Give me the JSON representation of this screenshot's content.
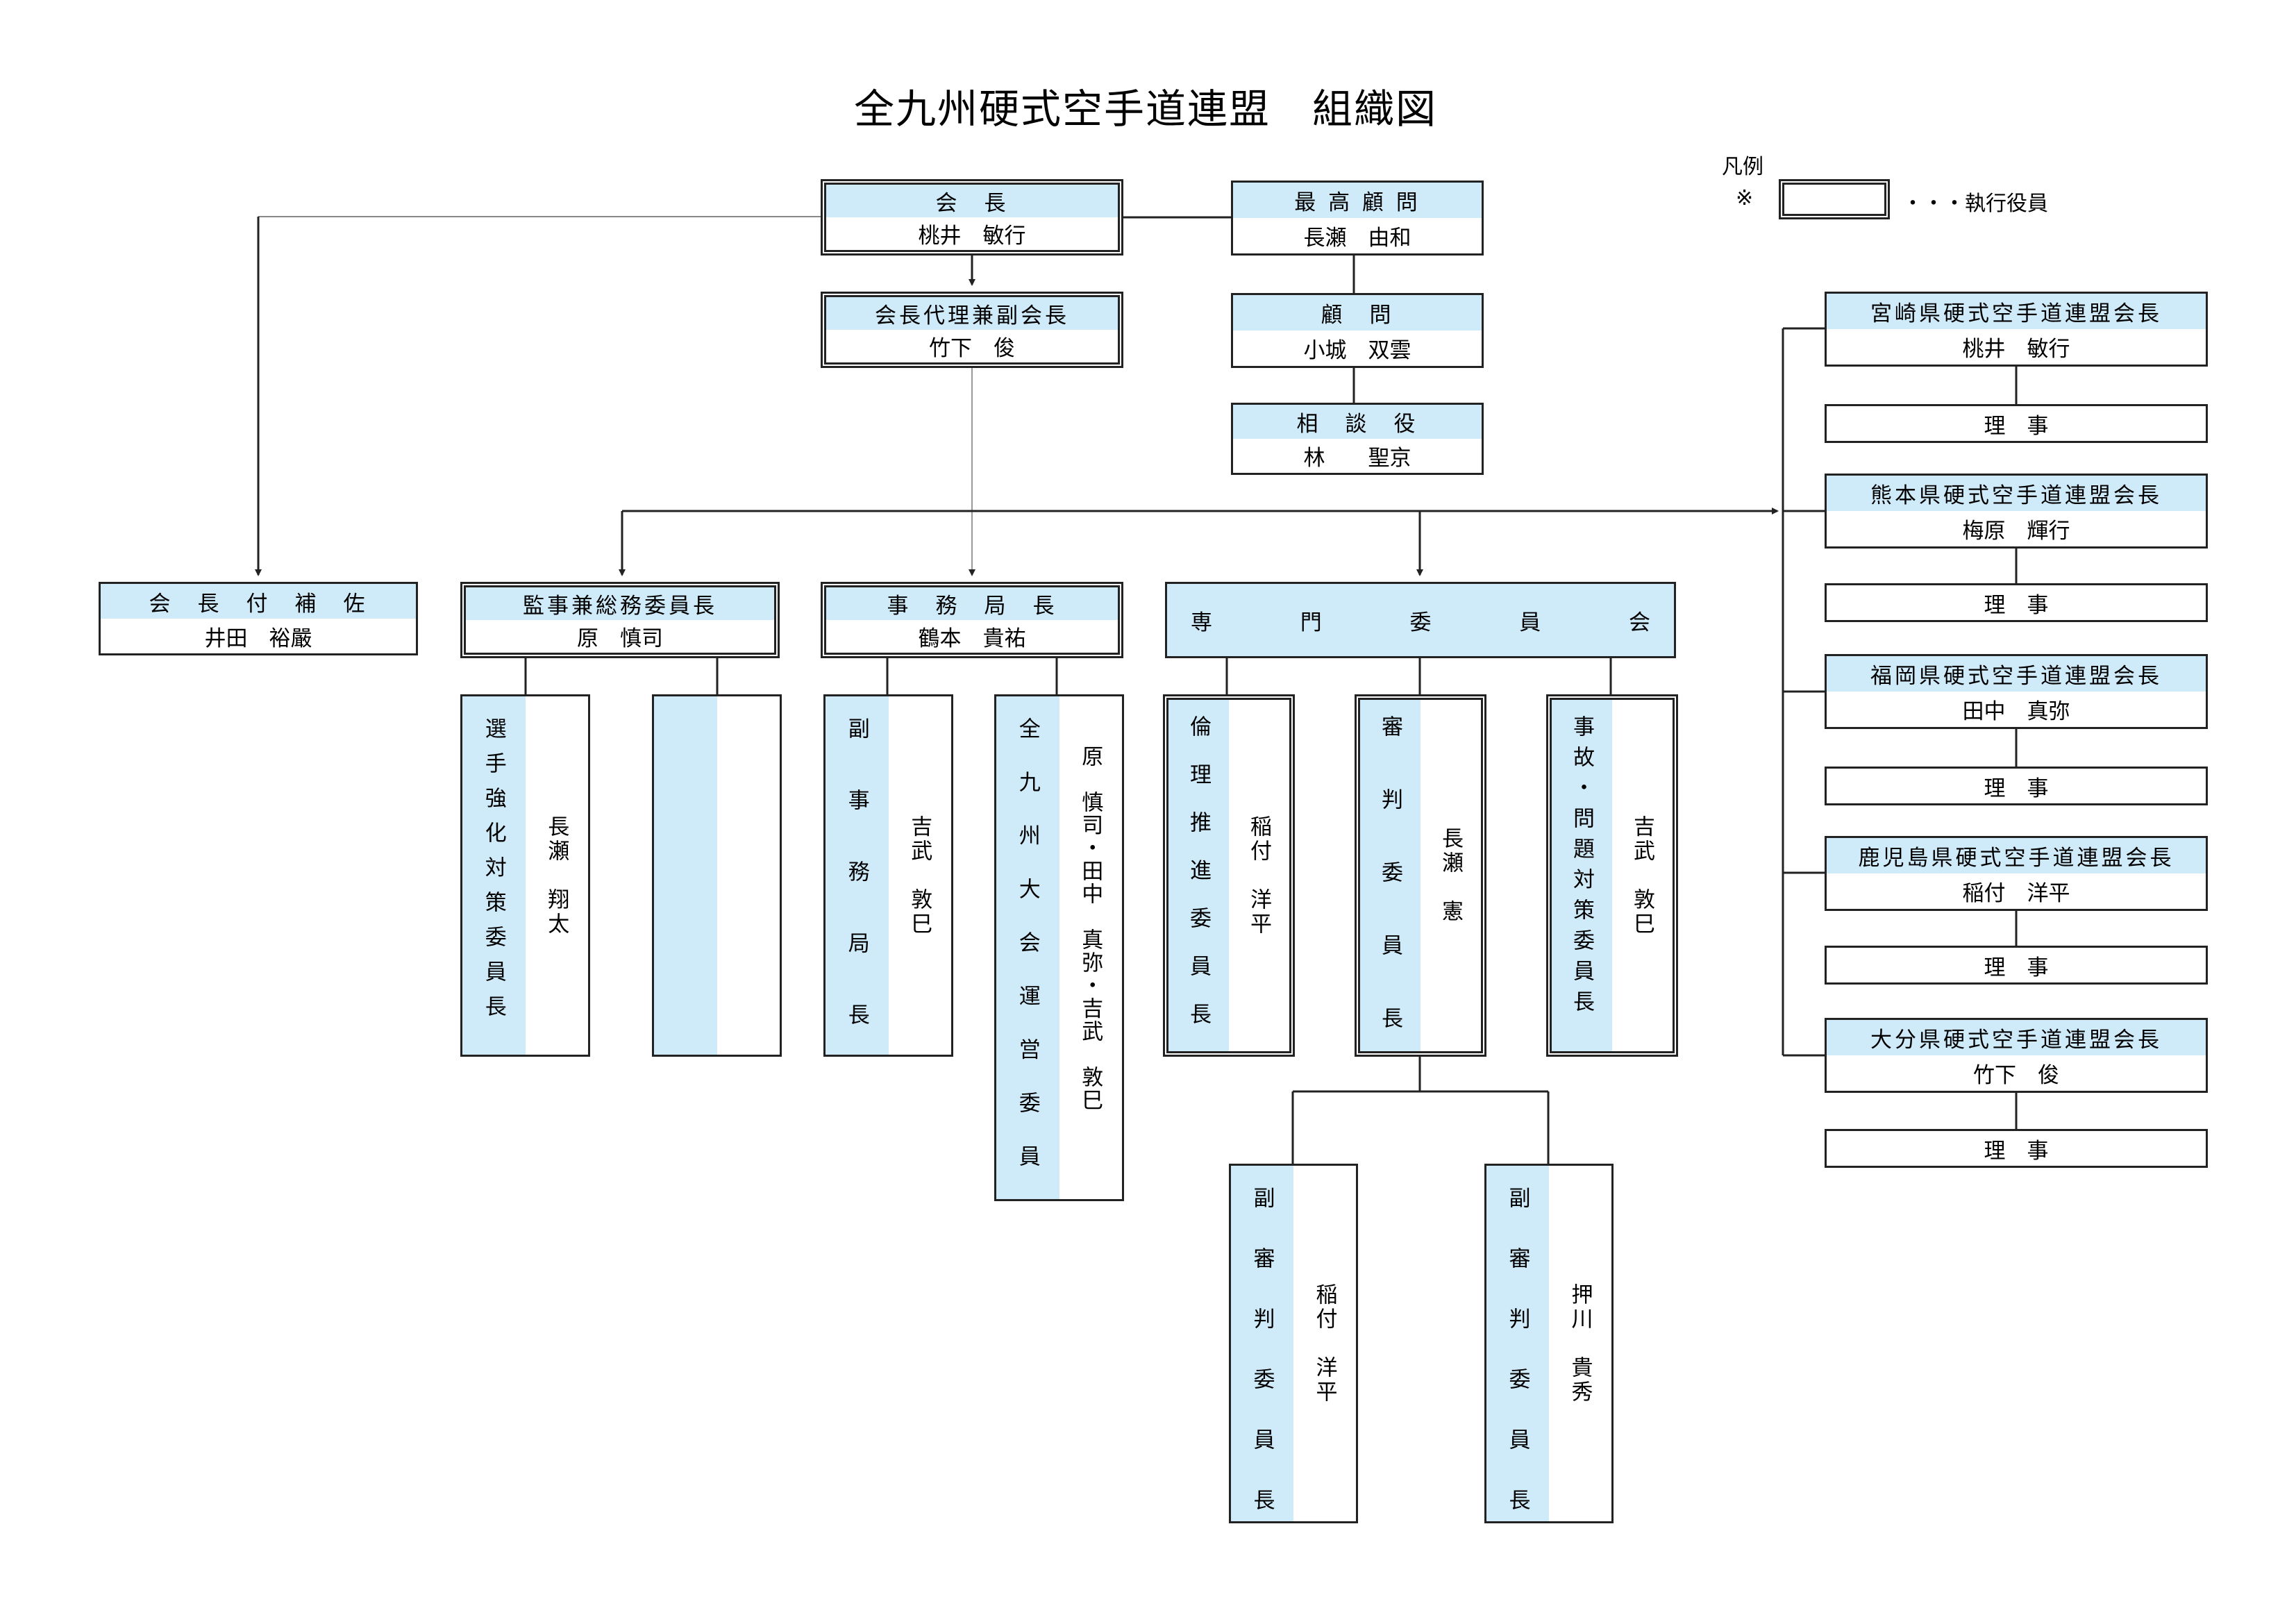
{
  "title": "全九州硬式空手道連盟　組織図",
  "legend": {
    "heading": "凡例",
    "mark": "※",
    "description": "・・・執行役員"
  },
  "president": {
    "role": "会　長",
    "name": "桃井　敏行"
  },
  "acting_president": {
    "role": "会長代理兼副会長",
    "name": "竹下　俊"
  },
  "supreme_advisor": {
    "role": "最 高 顧 問",
    "name": "長瀬　由和"
  },
  "advisor": {
    "role": "顧　問",
    "name": "小城　双雲"
  },
  "counselor": {
    "role": "相　談　役",
    "name": "林　　聖京"
  },
  "president_aide": {
    "role": "会　長　付　補　佐",
    "name": "井田　裕嚴"
  },
  "auditor": {
    "role": "監事兼総務委員長",
    "name": "原　慎司"
  },
  "secretariat": {
    "role": "事　務　局　長",
    "name": "鶴本　貴祐"
  },
  "senmon": {
    "label": "専 門 委 員 会",
    "chars": [
      "専",
      "門",
      "委",
      "員",
      "会"
    ]
  },
  "committees": {
    "athlete": {
      "role": "選手強化対策委員長",
      "name": "長瀬　翔太"
    },
    "blank": {
      "role": "",
      "name": ""
    },
    "vice_secretariat": {
      "role": "副事務局長",
      "name": "吉武　敦巳"
    },
    "tournament": {
      "role": "全九州大会運営委員",
      "name": "原　慎司・田中　真弥・吉武　敦巳"
    },
    "ethics": {
      "role": "倫理推進委員長",
      "name": "稲付　洋平"
    },
    "referee": {
      "role": "審判委員長",
      "name": "長瀬　憲"
    },
    "accident": {
      "role": "事故・問題対策委員長",
      "name": "吉武　敦巳"
    },
    "vice_referee_1": {
      "role": "副審判委員長",
      "name": "稲付　洋平"
    },
    "vice_referee_2": {
      "role": "副審判委員長",
      "name": "押川　貴秀"
    }
  },
  "prefectures": [
    {
      "role": "宮崎県硬式空手道連盟会長",
      "name": "桃井　敏行",
      "director": "理　事"
    },
    {
      "role": "熊本県硬式空手道連盟会長",
      "name": "梅原　輝行",
      "director": "理　事"
    },
    {
      "role": "福岡県硬式空手道連盟会長",
      "name": "田中　真弥",
      "director": "理　事"
    },
    {
      "role": "鹿児島県硬式空手道連盟会長",
      "name": "稲付　洋平",
      "director": "理　事"
    },
    {
      "role": "大分県硬式空手道連盟会長",
      "name": "竹下　俊",
      "director": "理　事"
    }
  ]
}
